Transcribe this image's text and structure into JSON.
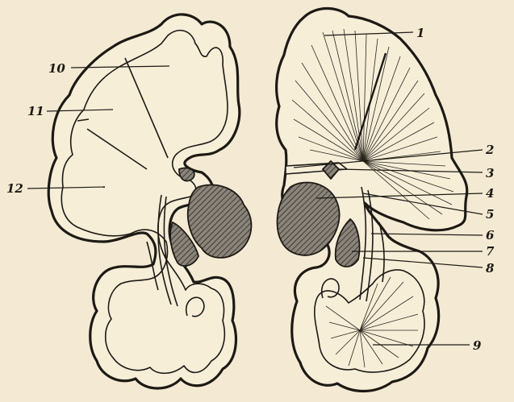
{
  "figure": {
    "labels": [
      "1",
      "2",
      "3",
      "4",
      "5",
      "6",
      "7",
      "8",
      "9",
      "10",
      "11",
      "12"
    ]
  },
  "colors": {
    "paper": "#f4ead3",
    "ink": "#1d1a15",
    "gray_mass": "#6b655c"
  }
}
